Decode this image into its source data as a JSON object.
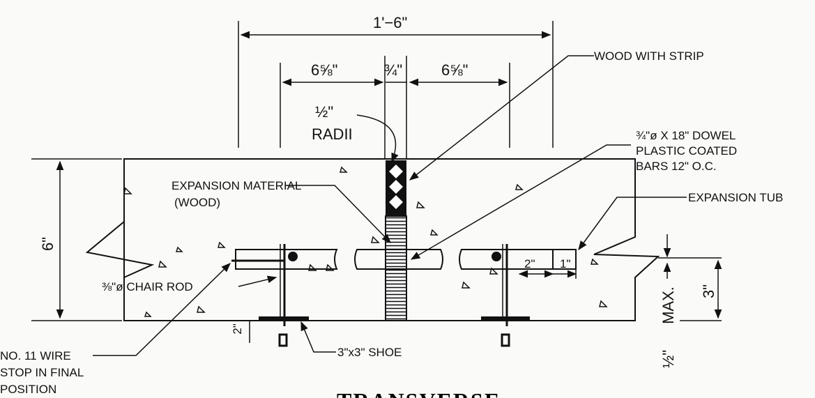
{
  "dimensions": {
    "overall_width": "1'−6\"",
    "left_half": "6⅝\"",
    "joint_width": "¾\"",
    "right_half": "6⅝\"",
    "slab_depth": "6\"",
    "shoe_height": "2\"",
    "tube_gap": "2\"",
    "tube_end": "1\"",
    "dowel_max": "3\"",
    "max_label": "MAX.",
    "half_inch": "½\""
  },
  "labels": {
    "radii_size": "½\"",
    "radii_word": "RADII",
    "wood_strip": "WOOD WITH STRIP",
    "dowel_line1": "¾\"ø X 18\" DOWEL",
    "dowel_line2": "PLASTIC COATED",
    "dowel_line3": "BARS 12\" O.C.",
    "expansion_material": "EXPANSION MATERIAL",
    "expansion_wood": "(WOOD)",
    "expansion_tube": "EXPANSION TUB",
    "chair_rod": "⅜\"ø CHAIR ROD",
    "shoe": "3\"x3\" SHOE",
    "wire_line1": "NO. 11 WIRE",
    "wire_line2": "STOP IN FINAL",
    "wire_line3": "POSITION",
    "title": "TRANSVERSE"
  }
}
